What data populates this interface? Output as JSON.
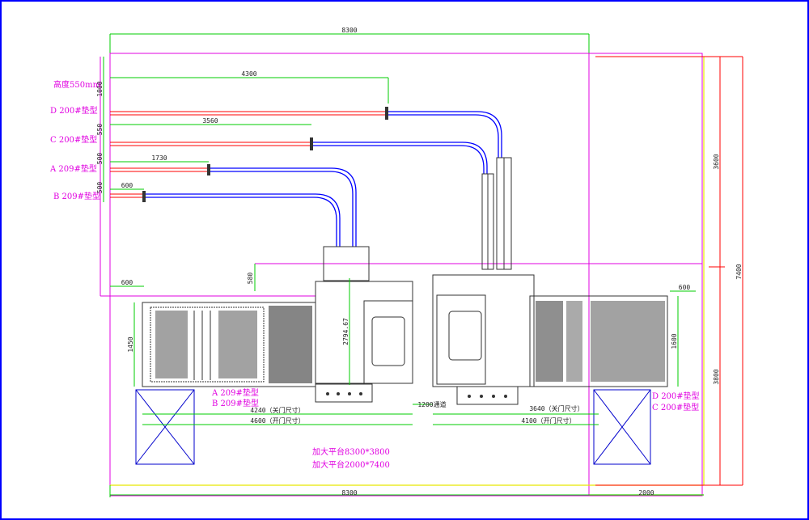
{
  "dims": {
    "top_total": "8300",
    "bottom_left": "8300",
    "bottom_right": "2000",
    "pipe_d": "4300",
    "pipe_c": "3560",
    "pipe_a": "1730",
    "pipe_b": "600",
    "left_600": "600",
    "h_1000": "1000",
    "h_550": "550",
    "h_500a": "500",
    "h_500b": "500",
    "h_580": "580",
    "left_1450": "1450",
    "center_2794": "2794.67",
    "right_1600": "1600",
    "right_600": "600",
    "right_3600": "3600",
    "right_3800": "3800",
    "right_7400": "7400",
    "aisle": "1200通道",
    "left_4240": "4240（关门尺寸）",
    "left_4600": "4600（开门尺寸）",
    "right_3640": "3640（关门尺寸）",
    "right_4100": "4100（开门尺寸）"
  },
  "labels": {
    "height_note": "高度550mm",
    "d_label": "D 200#垫型",
    "c_label": "C 200#垫型",
    "a_label": "A 209#垫型",
    "b_label": "B 209#垫型",
    "left_a": "A 209#垫型",
    "left_b": "B 209#垫型",
    "right_d": "D 200#垫型",
    "right_c": "C 200#垫型",
    "platform1": "加大平台8300*3800",
    "platform2": "加大平台2000*7400"
  }
}
